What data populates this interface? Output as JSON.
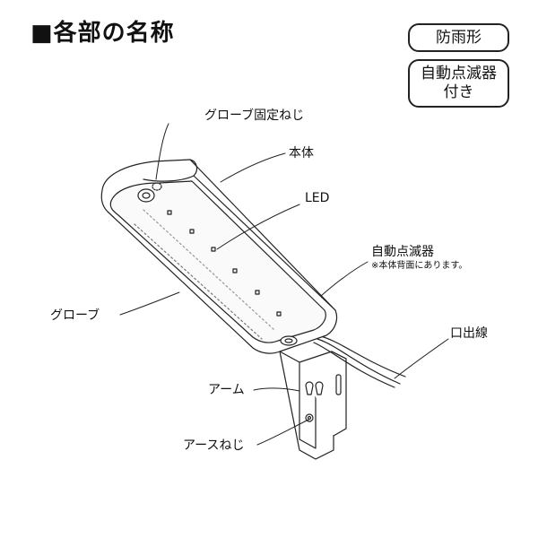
{
  "title": "■各部の名称",
  "badges": {
    "rainproof": "防雨形",
    "auto_flash_line1": "自動点滅器",
    "auto_flash_line2": "付き"
  },
  "labels": {
    "globe_screw": "グローブ固定ねじ",
    "body": "本体",
    "led": "LED",
    "auto_flash": "自動点滅器",
    "auto_flash_note": "※本体背面にあります。",
    "globe": "グローブ",
    "lead_wire": "口出線",
    "arm": "アーム",
    "earth_screw": "アースねじ"
  }
}
